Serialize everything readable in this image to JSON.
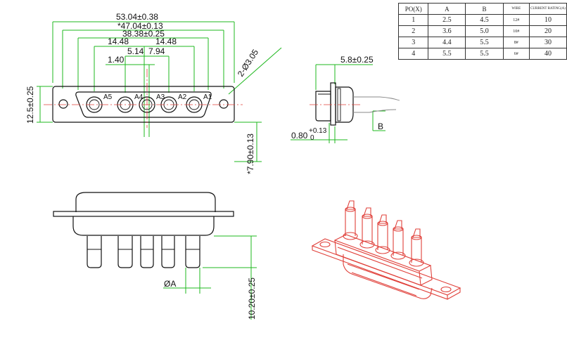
{
  "front_view": {
    "dims": {
      "overall_width": "53.04±0.38",
      "mount_hole_pitch": "*47.04±0.13",
      "shell_width": "38.38±0.25",
      "left_pitch": "14.48",
      "right_pitch": "14.48",
      "inner_left": "5.14",
      "inner_right": "7.94",
      "pin_offset": "1.40",
      "mount_hole": "2-Ø3.05",
      "height": "12.5±0.25",
      "depth": "*7.90±0.13"
    },
    "pin_labels": [
      "A5",
      "A4",
      "A3",
      "A2",
      "A1"
    ]
  },
  "side_view": {
    "dims": {
      "flange_offset": "5.8±0.25",
      "flange_thickness_base": "0.80",
      "flange_thickness_tol": "+0.13",
      "flange_thickness_tol_lower": "0",
      "cable_dim": "B"
    }
  },
  "bottom_view": {
    "dims": {
      "pin_diameter": "ØA",
      "pin_length": "10.20±0.25"
    }
  },
  "spec_table": {
    "headers": [
      "PO(X)",
      "A",
      "B",
      "WIRE",
      "CURRENT RATING(A)"
    ],
    "rows": [
      [
        "1",
        "2.5",
        "4.5",
        "12#",
        "10"
      ],
      [
        "2",
        "3.6",
        "5.0",
        "10#",
        "20"
      ],
      [
        "3",
        "4.4",
        "5.5",
        "8#",
        "30"
      ],
      [
        "4",
        "5.5",
        "5.5",
        "6#",
        "40"
      ]
    ]
  },
  "colors": {
    "dimension": "#1fb81f",
    "outline": "#111111",
    "centerline": "#e0403a",
    "iso_view": "#e0403a"
  }
}
